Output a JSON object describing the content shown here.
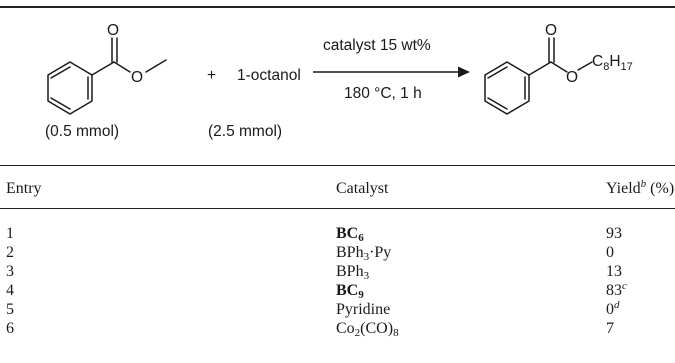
{
  "scheme": {
    "reagent": "1-octanol",
    "plus": "+",
    "condition_top": "catalyst 15 wt%",
    "condition_bottom": "180 °C, 1 h",
    "amount_1": "(0.5 mmol)",
    "amount_2": "(2.5 mmol)",
    "atom_o": "O",
    "product_chain": "C8H17"
  },
  "table": {
    "headers": {
      "entry": "Entry",
      "catalyst": "Catalyst",
      "yield_label": "Yield",
      "yield_sup": "b",
      "yield_unit": "(%)"
    },
    "rows": [
      {
        "entry": "1",
        "catalyst": "BC6",
        "yield": "93",
        "note": ""
      },
      {
        "entry": "2",
        "catalyst": "BPh3·Py",
        "yield": "0",
        "note": ""
      },
      {
        "entry": "3",
        "catalyst": "BPh3",
        "yield": "13",
        "note": ""
      },
      {
        "entry": "4",
        "catalyst": "BC9",
        "yield": "83",
        "note": "c"
      },
      {
        "entry": "5",
        "catalyst": "Pyridine",
        "yield": "0",
        "note": "d"
      },
      {
        "entry": "6",
        "catalyst": "Co2(CO)8",
        "yield": "7",
        "note": ""
      }
    ]
  }
}
